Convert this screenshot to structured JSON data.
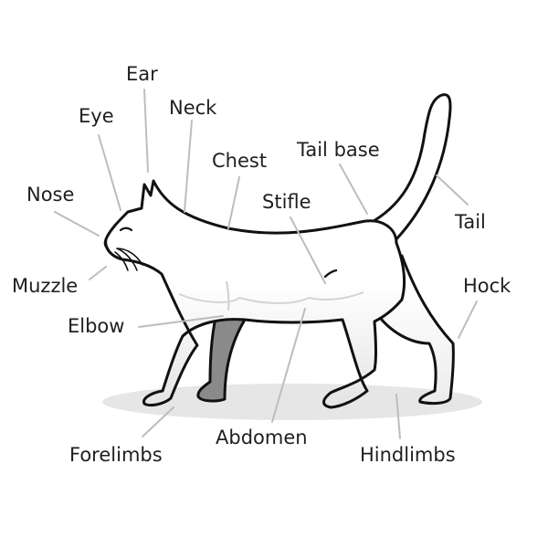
{
  "labels": {
    "ear": "Ear",
    "eye": "Eye",
    "neck": "Neck",
    "chest": "Chest",
    "tail_base": "Tail base",
    "stifle": "Stifle",
    "nose": "Nose",
    "tail": "Tail",
    "muzzle": "Muzzle",
    "hock": "Hock",
    "elbow": "Elbow",
    "abdomen": "Abdomen",
    "forelimbs": "Forelimbs",
    "hindlimbs": "Hindlimbs"
  },
  "colors": {
    "outline": "#111111",
    "body_fill": "#ffffff",
    "belly_shade": "#ececec",
    "far_leg": "#8a8a8a",
    "ground_shadow": "#e6e6e6",
    "leader_line": "#bdbdbd",
    "label_text": "#1f1f1f"
  }
}
